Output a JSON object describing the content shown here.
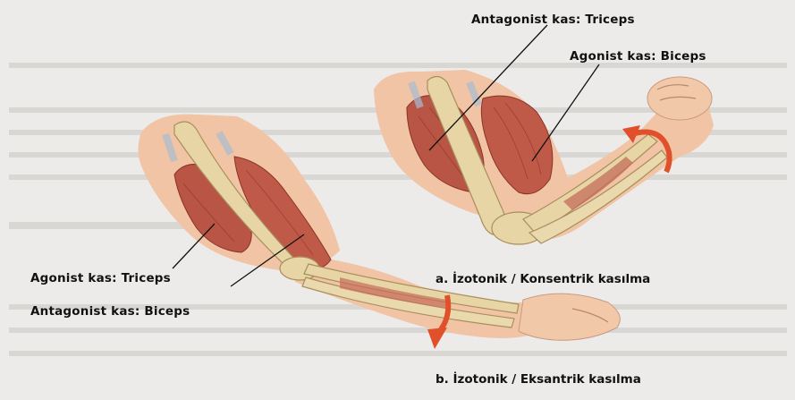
{
  "labels": {
    "top_antagonist": "Antagonist kas: Triceps",
    "top_agonist": "Agonist kas: Biceps",
    "bottom_agonist": "Agonist kas: Triceps",
    "bottom_antagonist": "Antagonist kas: Biceps"
  },
  "captions": {
    "a": "a. İzotonik / Konsentrik kasılma",
    "b": "b. İzotonik / Eksantrik kasılma"
  },
  "colors": {
    "muscle": "#b85545",
    "bone": "#e8d5a6",
    "skin": "#f2c9a8",
    "arrow": "#e0502a"
  }
}
